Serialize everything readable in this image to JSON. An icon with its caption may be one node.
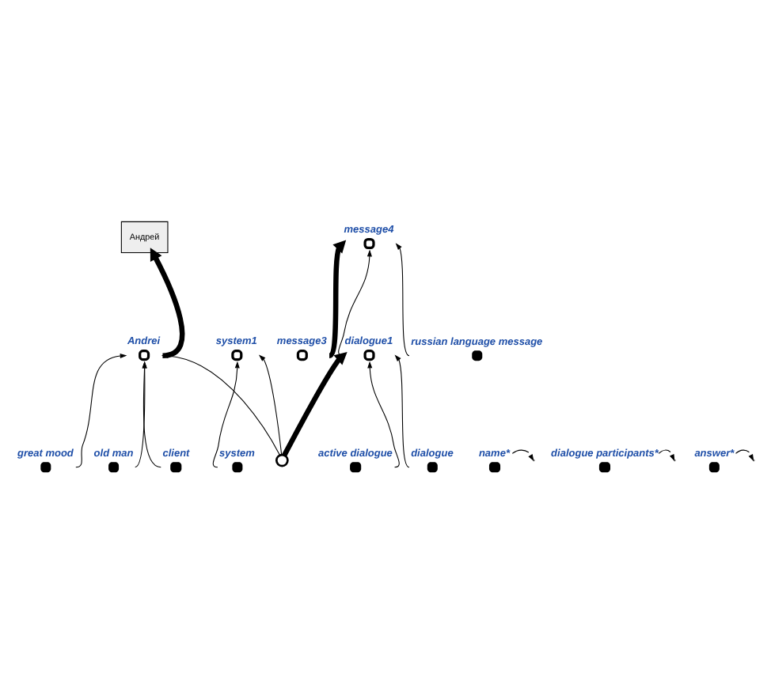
{
  "diagram": {
    "nodes": [
      {
        "text": [
          "great mood"
        ]
      },
      {
        "text": [
          "old man"
        ]
      },
      {
        "text": [
          "client"
        ]
      },
      {
        "text": [
          "name*"
        ]
      },
      {
        "text": [
          "system"
        ]
      },
      {
        "text": [
          "system1"
        ]
      },
      {
        "text": [
          "Andrei"
        ]
      },
      {
        "text": [
          "Андрей"
        ]
      },
      {
        "text": [
          "dialogue participants*"
        ]
      },
      {
        "text": [],
        "shape": "circle"
      },
      {
        "text": [
          "message3"
        ]
      },
      {
        "text": [
          "answer*"
        ]
      },
      {
        "text": [
          "message4"
        ]
      },
      {
        "text": [
          "dialogue1"
        ]
      },
      {
        "text": [
          "dialogue"
        ]
      },
      {
        "text": [
          "active dialogue"
        ]
      },
      {
        "text": [
          "russian language message"
        ]
      }
    ],
    "edges": [
      {
        "from": 0,
        "to": 6,
        "arrow": "to"
      },
      {
        "from": 1,
        "to": 6,
        "arrow": "to"
      },
      {
        "from": 2,
        "to": 6,
        "arrow": "to"
      },
      {
        "from": 3,
        "to": null,
        "arrow": "to"
      },
      {
        "from": 6,
        "to": 7,
        "arrow": "to",
        "style": "thick"
      },
      {
        "from": 4,
        "to": 5,
        "arrow": "to"
      },
      {
        "from": 9,
        "to": 5,
        "arrow": "to"
      },
      {
        "from": 9,
        "to": 6,
        "arrow": "to"
      },
      {
        "from": 8,
        "to": null,
        "arrow": "to"
      },
      {
        "from": 9,
        "to": 13,
        "arrow": "to",
        "style": "thick"
      },
      {
        "from": 10,
        "to": 12,
        "arrow": "to",
        "style": "thick"
      },
      {
        "from": 11,
        "to": null,
        "arrow": "to"
      },
      {
        "from": 13,
        "to": 12,
        "arrow": "to"
      },
      {
        "from": 14,
        "to": 13,
        "arrow": "to"
      },
      {
        "from": 15,
        "to": 13,
        "arrow": "to"
      },
      {
        "from": 16,
        "to": 12,
        "arrow": "to"
      }
    ]
  }
}
